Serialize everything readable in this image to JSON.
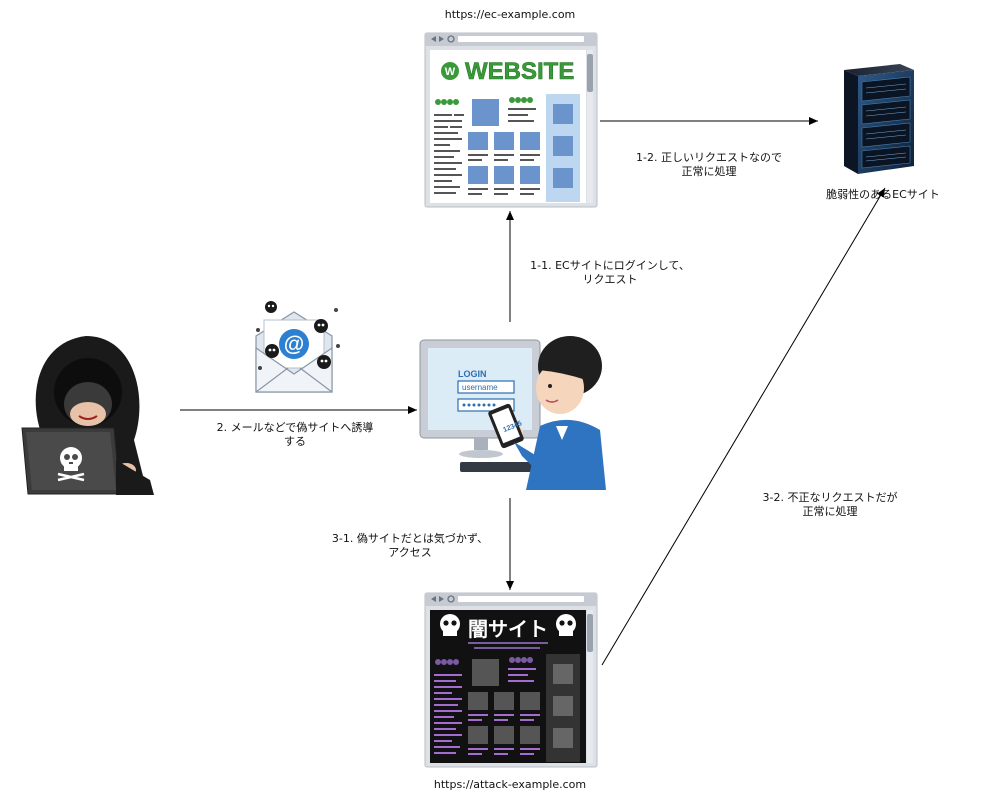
{
  "urls": {
    "legit": "https://ec-example.com",
    "attack": "https://attack-example.com"
  },
  "site_texts": {
    "legit_banner": "WEBSITE",
    "legit_logo_letter": "W",
    "attack_banner": "闇サイト",
    "login_title": "LOGIN",
    "login_username": "username",
    "phone_code": "12345"
  },
  "server": {
    "label": "脆弱性のあるECサイト"
  },
  "edges": {
    "e1_1": [
      "1-1.  ECサイトにログインして、",
      "リクエスト"
    ],
    "e1_2": [
      "1-2. 正しいリクエストなので",
      "正常に処理"
    ],
    "e2": [
      "2.  メールなどで偽サイトへ誘導",
      "する"
    ],
    "e3_1": [
      "3-1.  偽サイトだとは気づかず、",
      "アクセス"
    ],
    "e3_2": [
      "3-2. 不正なリクエストだが",
      "正常に処理"
    ]
  },
  "icons": {
    "hacker": "hacker-with-laptop-icon",
    "email": "email-with-viruses-icon",
    "user": "user-at-computer-icon",
    "legit_site": "legit-website-icon",
    "attack_site": "dark-website-icon",
    "server": "server-rack-icon"
  },
  "colors": {
    "legit_green": "#3a9a3a",
    "browser_frame": "#c8ccd3",
    "site_blue": "#6b93cc",
    "attack_bg": "#111111",
    "attack_text": "#a46ccf",
    "user_shirt": "#2f74c0"
  }
}
